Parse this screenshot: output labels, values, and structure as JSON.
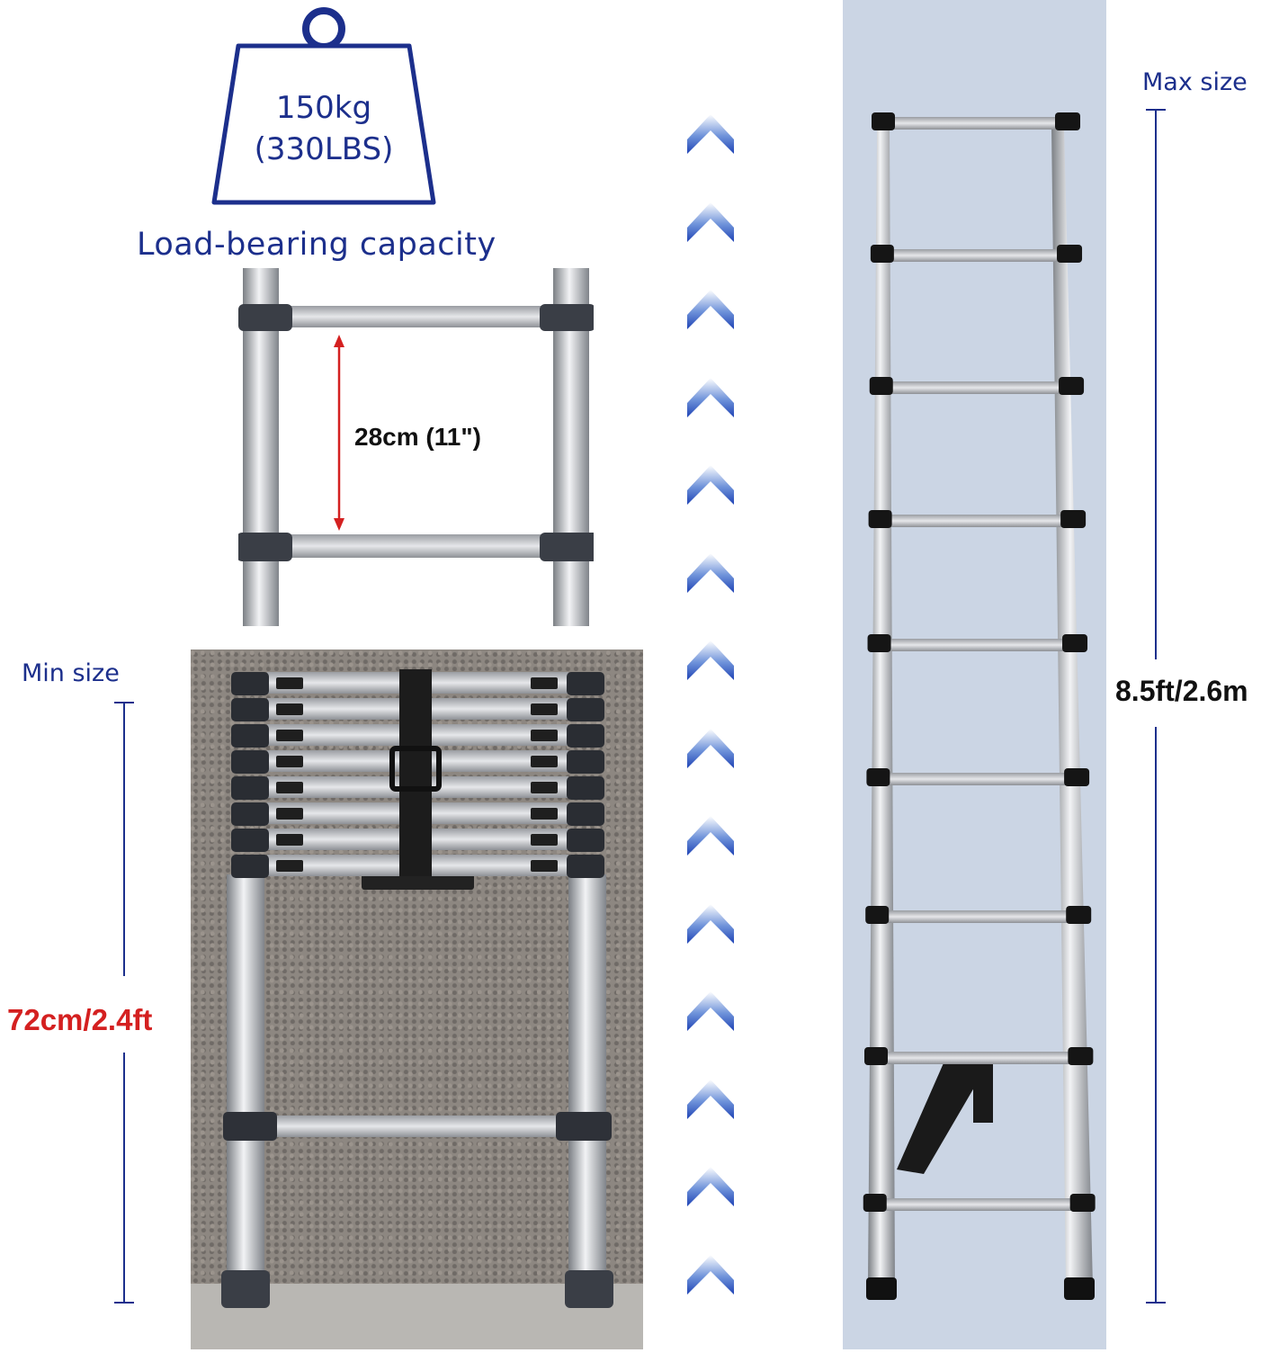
{
  "weight_badge": {
    "line1": "150kg",
    "line2": "(330LBS)"
  },
  "capacity_label": "Load-bearing capacity",
  "rung_spacing_label": "28cm (11\")",
  "min_size": {
    "label": "Min size",
    "value": "72cm/2.4ft"
  },
  "max_size": {
    "label": "Max size",
    "value": "8.5ft/2.6m"
  },
  "colors": {
    "brand_blue": "#1c2f8c",
    "red": "#d42020",
    "panel": "#cbd5e4"
  },
  "icons": [
    "weight-icon",
    "chevron-up-icon"
  ]
}
